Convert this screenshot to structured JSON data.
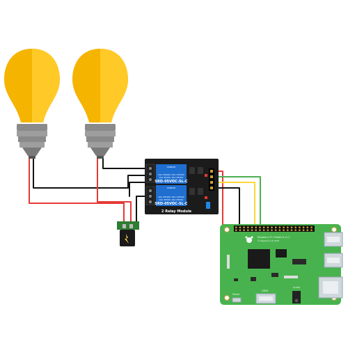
{
  "relay_module": {
    "title": "2 Relay Module",
    "relays": [
      {
        "model": "SRD-05VDC-SL-C",
        "rating_ac": "10A 250VAC  10A 125VAC",
        "rating_dc": "10A 30VDC  10A 28VDC",
        "brand": "SONGLE"
      },
      {
        "model": "SRD-05VDC-SL-C",
        "rating_ac": "10A 250VAC  10A 125VAC",
        "rating_dc": "10A 30VDC  10A 28VDC",
        "brand": "SONGLE"
      }
    ]
  },
  "raspberry_pi": {
    "board_name": "Raspberry Pi 3 Model B v1.2",
    "copyright": "© Raspberry Pi 2015",
    "port_labels": {
      "power": "Power",
      "hdmi": "HDMI",
      "audio": "Audio"
    }
  },
  "colors": {
    "bulb_left": "#f5b400",
    "bulb_right": "#ffca28",
    "bulb_base": "#8a8a8a",
    "relay_board": "#1b1b1b",
    "relay_cube": "#1f6fd1",
    "pi_board": "#48b34e",
    "wire_red": "#e53935",
    "wire_black": "#111111",
    "wire_green": "#4caf50",
    "wire_yellow": "#fdd835"
  }
}
